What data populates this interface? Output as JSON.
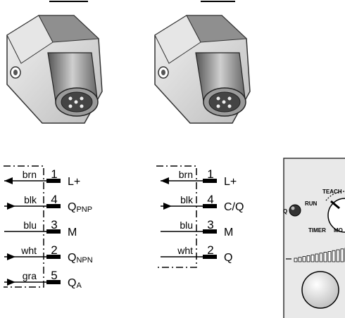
{
  "connector_left": {
    "wires": [
      {
        "color": "brn",
        "pin": "1",
        "signal": "L+",
        "signal_sub": "",
        "direction": "in"
      },
      {
        "color": "blk",
        "pin": "4",
        "signal": "Q",
        "signal_sub": "PNP",
        "direction": "out"
      },
      {
        "color": "blu",
        "pin": "3",
        "signal": "M",
        "signal_sub": "",
        "direction": "none"
      },
      {
        "color": "wht",
        "pin": "2",
        "signal": "Q",
        "signal_sub": "NPN",
        "direction": "out"
      },
      {
        "color": "gra",
        "pin": "5",
        "signal": "Q",
        "signal_sub": "A",
        "direction": "out"
      }
    ]
  },
  "connector_right": {
    "wires": [
      {
        "color": "brn",
        "pin": "1",
        "signal": "L+",
        "signal_sub": "",
        "direction": "in"
      },
      {
        "color": "blk",
        "pin": "4",
        "signal": "C/Q",
        "signal_sub": "",
        "direction": "out"
      },
      {
        "color": "blu",
        "pin": "3",
        "signal": "M",
        "signal_sub": "",
        "direction": "none"
      },
      {
        "color": "wht",
        "pin": "2",
        "signal": "Q",
        "signal_sub": "",
        "direction": "none"
      }
    ]
  },
  "control_panel": {
    "labels": {
      "q": "Q",
      "run": "RUN",
      "teach": "TEACH",
      "timer": "TIMER",
      "mode": "MO"
    }
  }
}
